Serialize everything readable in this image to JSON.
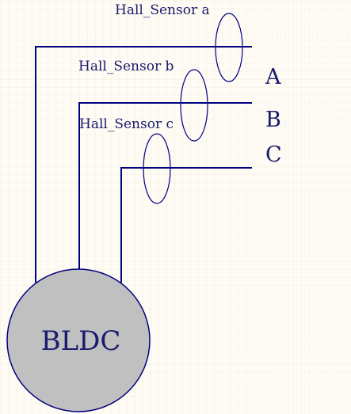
{
  "diagram": {
    "motor_label": "BLDC",
    "sensors": [
      {
        "label": "Hall_Sensor a"
      },
      {
        "label": "Hall_Sensor b"
      },
      {
        "label": "Hall_Sensor c"
      }
    ],
    "phases": [
      {
        "label": "A"
      },
      {
        "label": "B"
      },
      {
        "label": "C"
      }
    ]
  },
  "colors": {
    "background": "#fdfbf3",
    "grid": "#ebe7d6",
    "wire": "#000080",
    "motor_fill": "#c0c0c0",
    "text": "#1a1a6e"
  }
}
